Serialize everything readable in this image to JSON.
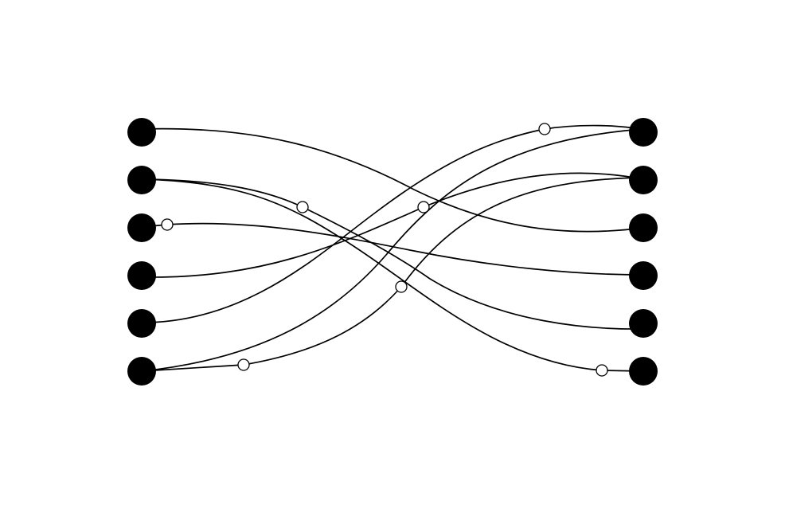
{
  "diagram": {
    "colors": {
      "background": "#ffffff",
      "stroke": "#000000",
      "filled_node": "#000000",
      "hollow_node_fill": "#ffffff"
    },
    "left_nodes": 6,
    "right_nodes": 6,
    "edges": [
      {
        "from": "L1",
        "to": "R3"
      },
      {
        "from": "L2",
        "to": "R5"
      },
      {
        "from": "L2",
        "to": "R6"
      },
      {
        "from": "L3",
        "to": "R4"
      },
      {
        "from": "L4",
        "to": "R2"
      },
      {
        "from": "L5",
        "to": "R1"
      },
      {
        "from": "L6",
        "to": "R1"
      },
      {
        "from": "L6",
        "to": "R2"
      }
    ],
    "hollow_markers": 7
  }
}
